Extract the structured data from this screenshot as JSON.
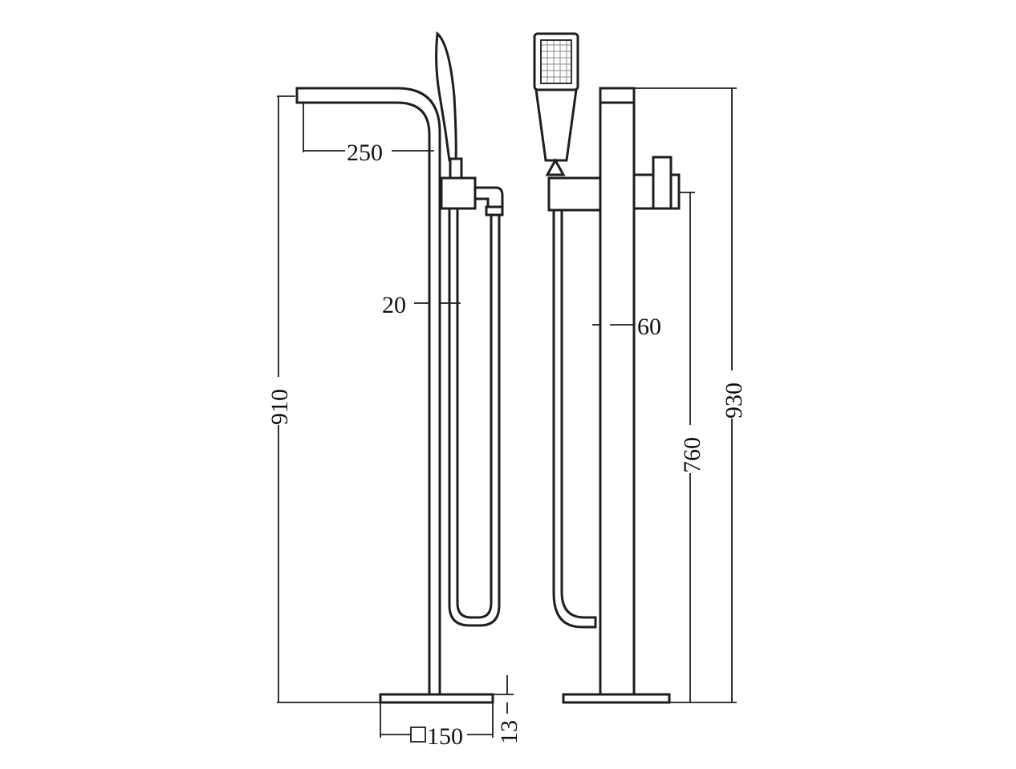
{
  "left_view": {
    "dimensions": {
      "spout_reach": "250",
      "pipe_diameter": "20",
      "spout_height": "910",
      "base_width": "150",
      "base_thickness": "13"
    }
  },
  "right_view": {
    "dimensions": {
      "column_width": "60",
      "handle_height": "760",
      "total_height": "930"
    }
  },
  "colors": {
    "line": "#1e1e1e",
    "background": "#ffffff",
    "mesh": "#8a8a8a"
  }
}
